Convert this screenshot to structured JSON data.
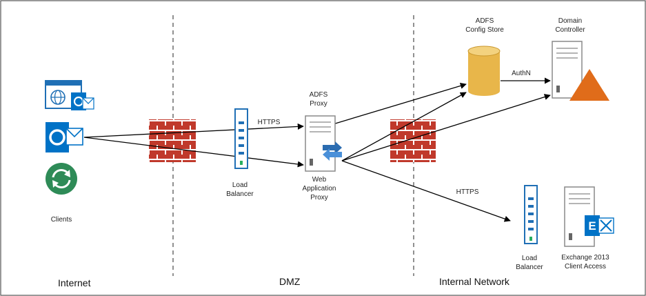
{
  "zones": {
    "internet": "Internet",
    "dmz": "DMZ",
    "internal": "Internal Network"
  },
  "nodes": {
    "clients": "Clients",
    "lb_dmz": [
      "Load",
      "Balancer"
    ],
    "adfs_proxy": [
      "ADFS",
      "Proxy"
    ],
    "wap": [
      "Web",
      "Application",
      "Proxy"
    ],
    "adfs_config": [
      "ADFS",
      "Config Store"
    ],
    "domain_controller": [
      "Domain",
      "Controller"
    ],
    "lb_internal": [
      "Load",
      "Balancer"
    ],
    "exchange": [
      "Exchange 2013",
      "Client Access"
    ]
  },
  "edges": {
    "https_dmz": "HTTPS",
    "https_internal": "HTTPS",
    "authn": "AuthN"
  },
  "colors": {
    "brick": "#c0392b",
    "outlook_blue": "#0072c6",
    "sync_green": "#2e8b57",
    "db_gold": "#e8b64a",
    "warning_orange": "#e06c1a",
    "server_gray": "#888888",
    "lb_blue": "#1f6fb5",
    "arrow_blue": "#2b6cb0"
  }
}
